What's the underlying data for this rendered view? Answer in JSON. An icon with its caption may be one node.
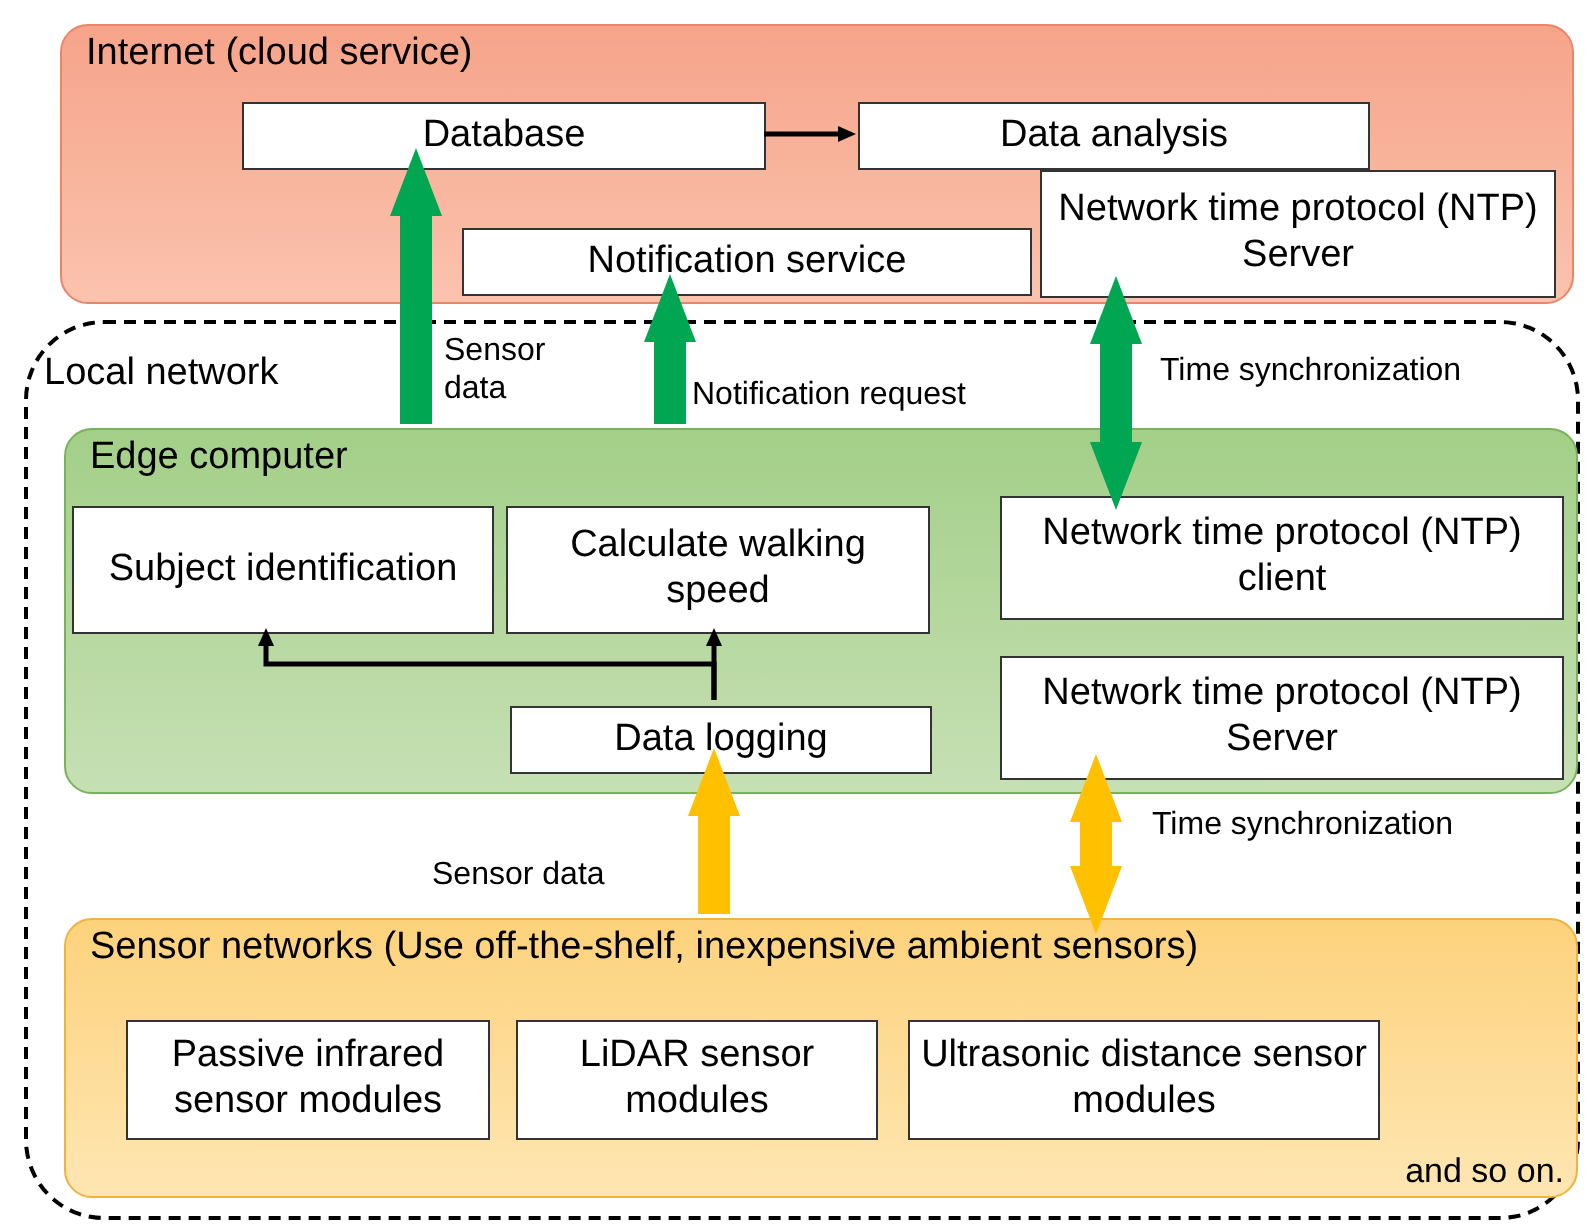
{
  "diagram": {
    "nodes": [
      {
        "text": [
          "Internet (cloud service)"
        ]
      },
      {
        "text": [
          "Database"
        ],
        "in": 0
      },
      {
        "text": [
          "Data analysis"
        ],
        "in": 0
      },
      {
        "text": [
          "Notification service"
        ],
        "in": 0
      },
      {
        "text": [
          "Network time protocol (NTP) Server"
        ],
        "in": 0
      },
      {
        "text": [
          "Local network"
        ]
      },
      {
        "text": [
          "Edge computer"
        ],
        "in": 5
      },
      {
        "text": [
          "Subject identification"
        ],
        "in": 6
      },
      {
        "text": [
          "Calculate walking speed"
        ],
        "in": 6
      },
      {
        "text": [
          "Network time protocol (NTP) client"
        ],
        "in": 6
      },
      {
        "text": [
          "Data logging"
        ],
        "in": 6
      },
      {
        "text": [
          "Network time protocol (NTP) Server"
        ],
        "in": 6
      },
      {
        "text": [
          "Sensor networks (Use off-the-shelf, inexpensive ambient sensors)",
          "and so on."
        ],
        "in": 5
      },
      {
        "text": [
          "Passive infrared sensor modules"
        ],
        "in": 12
      },
      {
        "text": [
          "LiDAR sensor modules"
        ],
        "in": 12
      },
      {
        "text": [
          "Ultrasonic distance sensor modules"
        ],
        "in": 12
      }
    ],
    "edges": [
      {
        "from": 1,
        "to": 2,
        "arrow": "to"
      },
      {
        "from": 6,
        "to": 1,
        "arrow": "to",
        "label": "Sensor data",
        "color": "#00a651"
      },
      {
        "from": 6,
        "to": 3,
        "arrow": "to",
        "label": "Notification request",
        "color": "#00a651"
      },
      {
        "from": 4,
        "to": 9,
        "arrow": "both",
        "label": "Time synchronization",
        "color": "#00a651"
      },
      {
        "from": 10,
        "to": 8,
        "arrow": "to"
      },
      {
        "from": 10,
        "to": 7,
        "arrow": "to"
      },
      {
        "from": 12,
        "to": 10,
        "arrow": "to",
        "label": "Sensor data",
        "color": "#ffc000"
      },
      {
        "from": 11,
        "to": 12,
        "arrow": "both",
        "label": "Time synchronization",
        "color": "#ffc000"
      }
    ]
  }
}
